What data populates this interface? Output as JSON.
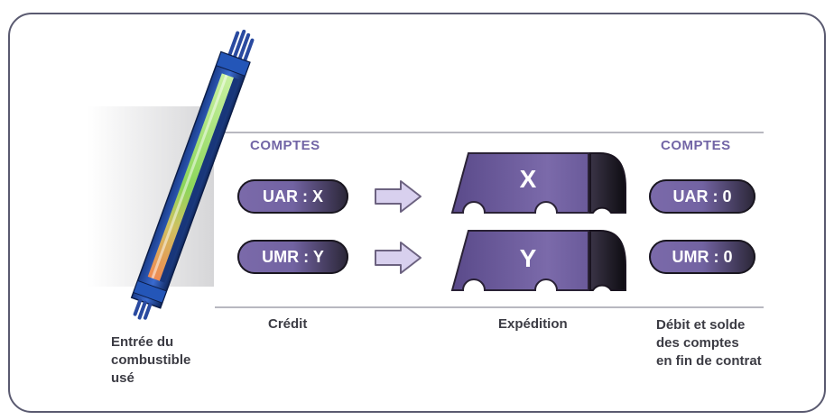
{
  "headers": {
    "left": "COMPTES",
    "right": "COMPTES"
  },
  "accounts_left": [
    "UAR : X",
    "UMR : Y"
  ],
  "trucks": [
    "X",
    "Y"
  ],
  "accounts_right": [
    "UAR : 0",
    "UMR : 0"
  ],
  "labels": {
    "fuel_entry": [
      "Entrée du",
      "combustible",
      "usé"
    ],
    "credit": "Crédit",
    "shipping": "Expédition",
    "debit": [
      "Débit et solde",
      "des comptes",
      "en fin de contrat"
    ]
  },
  "colors": {
    "purple": "#7265a6",
    "dark": "#2a2636",
    "arrow_fill": "#d8d0ee",
    "fuel_green": "#9cdc5c",
    "fuel_orange": "#f08a52"
  }
}
